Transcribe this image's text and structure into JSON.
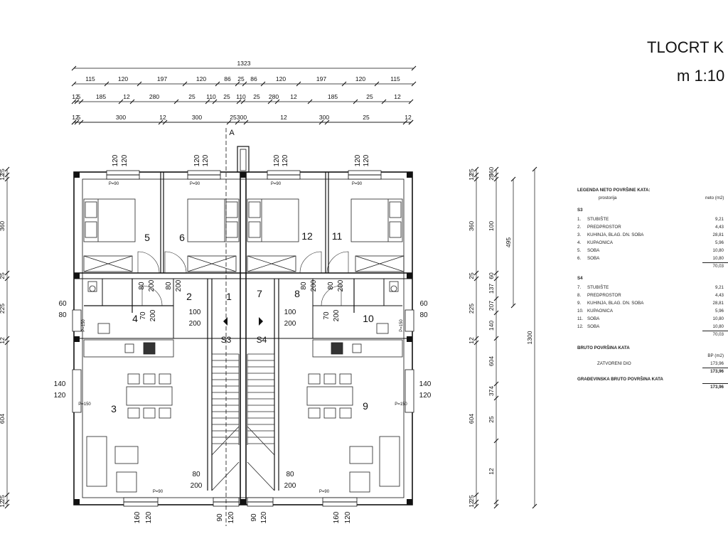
{
  "title": {
    "line1": "TLOCRT K",
    "line2": "m 1:10"
  },
  "dims_top": {
    "overall": "1323",
    "row1": [
      "115",
      "120",
      "197",
      "120",
      "86",
      "25",
      "86",
      "120",
      "197",
      "120",
      "115"
    ],
    "row2": [
      "12",
      "5",
      "185",
      "12",
      "280",
      "25",
      "110",
      "25",
      "110",
      "25",
      "280",
      "12",
      "185",
      "25",
      "12"
    ],
    "row3": [
      "12",
      "5",
      "300",
      "12",
      "300",
      "25",
      "300",
      "12",
      "300",
      "25",
      "12"
    ]
  },
  "dims_left": [
    "25",
    "12",
    "360",
    "25",
    "225",
    "12",
    "604",
    "25",
    "12"
  ],
  "dims_right_inner": [
    "25",
    "12",
    "360",
    "25",
    "225",
    "12",
    "604",
    "25",
    "12"
  ],
  "dims_right_outer": [
    "360",
    "25",
    "100",
    "60",
    "137",
    "207",
    "140",
    "604",
    "374",
    "25",
    "12"
  ],
  "dims_right_mid": [
    "495"
  ],
  "dims_overall_right": "1300",
  "window_labels": {
    "top": [
      "120",
      "120",
      "120",
      "120",
      "120",
      "120",
      "120",
      "120"
    ],
    "sill": [
      "P=90",
      "P=90",
      "P=90",
      "P=90",
      "P=90",
      "P=90",
      "P=150",
      "P=150",
      "P=90",
      "P=90",
      "P=90"
    ],
    "bottom": [
      "160",
      "120",
      "90",
      "120",
      "90",
      "120",
      "160",
      "120"
    ],
    "side_left": [
      "60",
      "80",
      "140",
      "120"
    ],
    "side_right": [
      "60",
      "80",
      "140",
      "120"
    ]
  },
  "door_labels": {
    "a": [
      "80",
      "200"
    ],
    "b": [
      "70",
      "200"
    ],
    "c": [
      "100",
      "200"
    ]
  },
  "rooms": [
    "1",
    "2",
    "3",
    "4",
    "5",
    "6",
    "7",
    "8",
    "9",
    "10",
    "11",
    "12"
  ],
  "stairs": [
    "S3",
    "S4"
  ],
  "section_marker": "A",
  "legend": {
    "heading": "LEGENDA NETO POVRŠINE KATA:",
    "col_room": "prostorija",
    "col_area": "neto (m2)",
    "groups": [
      {
        "name": "S3",
        "items": [
          {
            "n": "1.",
            "name": "STUBIŠTE",
            "area": "9,21"
          },
          {
            "n": "2.",
            "name": "PREDPROSTOR",
            "area": "4,43"
          },
          {
            "n": "3.",
            "name": "KUHINJA, BLAG. DN. SOBA",
            "area": "28,81"
          },
          {
            "n": "4.",
            "name": "KUPAONICA",
            "area": "5,96"
          },
          {
            "n": "5.",
            "name": "SOBA",
            "area": "10,80"
          },
          {
            "n": "6.",
            "name": "SOBA",
            "area": "10,80"
          }
        ],
        "total": "70,03"
      },
      {
        "name": "S4",
        "items": [
          {
            "n": "7.",
            "name": "STUBIŠTE",
            "area": "9,21"
          },
          {
            "n": "8.",
            "name": "PREDPROSTOR",
            "area": "4,43"
          },
          {
            "n": "9.",
            "name": "KUHINJA, BLAG. DN. SOBA",
            "area": "28,81"
          },
          {
            "n": "10.",
            "name": "KUPAONICA",
            "area": "5,96"
          },
          {
            "n": "11.",
            "name": "SOBA",
            "area": "10,80"
          },
          {
            "n": "12.",
            "name": "SOBA",
            "area": "10,80"
          }
        ],
        "total": "70,03"
      }
    ],
    "bruto_heading": "BRUTO POVRŠINA  KATA",
    "bp_col": "BP (m2)",
    "closed_label": "ZATVORENI DIO",
    "closed_value": "173,96",
    "closed_total": "173,96",
    "gbp_label": "GRAĐEVINSKA BRUTO POVRŠINA KATA",
    "gbp_value": "173,96"
  }
}
